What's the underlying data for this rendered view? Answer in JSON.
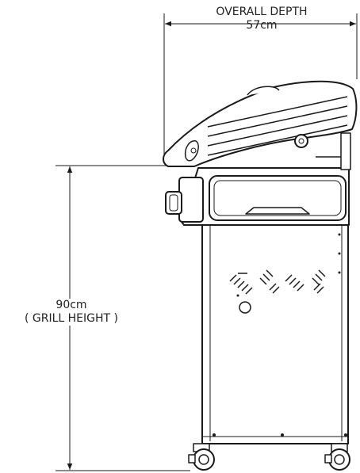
{
  "dimensions": {
    "depth": {
      "title": "OVERALL DEPTH",
      "value": "57cm"
    },
    "height": {
      "value": "90cm",
      "note": "( GRILL HEIGHT )"
    }
  },
  "colors": {
    "line": "#1a1a1a",
    "background": "#ffffff"
  }
}
